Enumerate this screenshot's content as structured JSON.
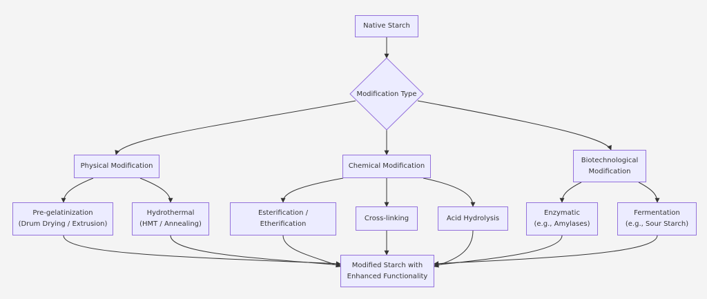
{
  "diagram": {
    "start": "Native Starch",
    "decision": "Modification Type",
    "categories": {
      "physical": "Physical Modification",
      "chemical": "Chemical Modification",
      "biotech": "Biotechnological\nModification"
    },
    "methods": {
      "pregel": "Pre-gelatinization\n(Drum Drying / Extrusion)",
      "hydrothermal": "Hydrothermal\n(HMT / Annealing)",
      "esterification": "Esterification /\nEtherification",
      "crosslinking": "Cross-linking",
      "acid": "Acid Hydrolysis",
      "enzymatic": "Enzymatic\n(e.g., Amylases)",
      "fermentation": "Fermentation\n(e.g., Sour Starch)"
    },
    "result": "Modified Starch with\nEnhanced Functionality"
  }
}
